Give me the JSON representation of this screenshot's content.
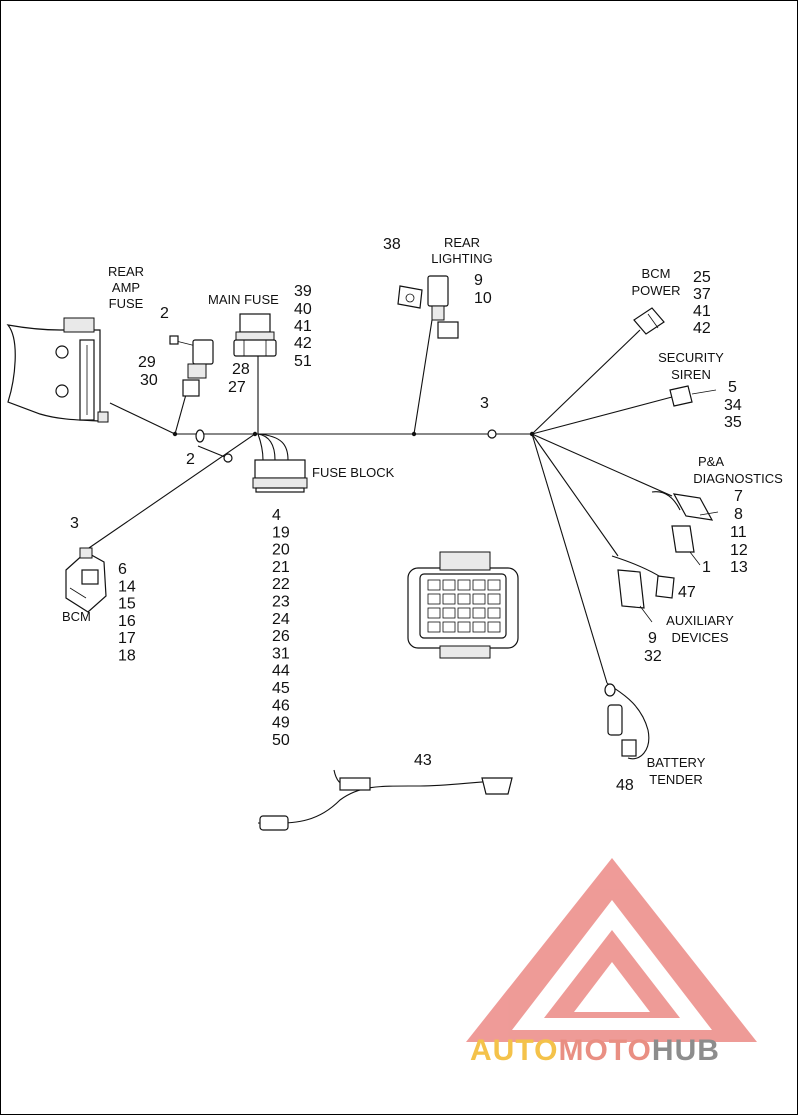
{
  "labels": {
    "rear_amp_fuse": [
      "REAR",
      "AMP",
      "FUSE"
    ],
    "main_fuse": "MAIN FUSE",
    "rear_lighting": [
      "REAR",
      "LIGHTING"
    ],
    "bcm_power": [
      "BCM",
      "POWER"
    ],
    "security_siren": [
      "SECURITY",
      "SIREN"
    ],
    "pa_diagnostics": [
      "P&A",
      "DIAGNOSTICS"
    ],
    "fuse_block": "FUSE BLOCK",
    "bcm": "BCM",
    "auxiliary_devices": [
      "AUXILIARY",
      "DEVICES"
    ],
    "battery_tender": [
      "BATTERY",
      "TENDER"
    ]
  },
  "callouts": {
    "rear_amp_fuse_item": "2",
    "main_fuse_items": [
      "39",
      "40",
      "41",
      "42",
      "51"
    ],
    "rear_lighting_left": "38",
    "rear_lighting_right": [
      "9",
      "10"
    ],
    "bcm_power_items": [
      "25",
      "37",
      "41",
      "42"
    ],
    "security_siren_items": [
      "5",
      "34",
      "35"
    ],
    "pa_diag_items_a": [
      "7",
      "8",
      "11",
      "12",
      "13"
    ],
    "pa_diag_item_b": "1",
    "aux_item_a": "47",
    "aux_items_b": [
      "9",
      "32"
    ],
    "trunk_item": "3",
    "clip_item": "2",
    "bcm_top_item": "3",
    "bcm_items": [
      "6",
      "14",
      "15",
      "16",
      "17",
      "18"
    ],
    "fuse_block_items": [
      "4",
      "19",
      "20",
      "21",
      "22",
      "23",
      "24",
      "26",
      "31",
      "44",
      "45",
      "46",
      "49",
      "50"
    ],
    "fuse_holder_items_a": [
      "29",
      "30"
    ],
    "fuse_holder_items_b": [
      "28",
      "27"
    ],
    "extension_item": "43",
    "battery_tender_item": "48"
  },
  "watermark": {
    "parts": [
      "AUTO",
      "MOTO",
      "HUB"
    ],
    "colors": {
      "auto": "#f4c24a",
      "moto": "#e98f83",
      "hub": "#8d8d8d",
      "logo": "#ec8a86"
    }
  }
}
